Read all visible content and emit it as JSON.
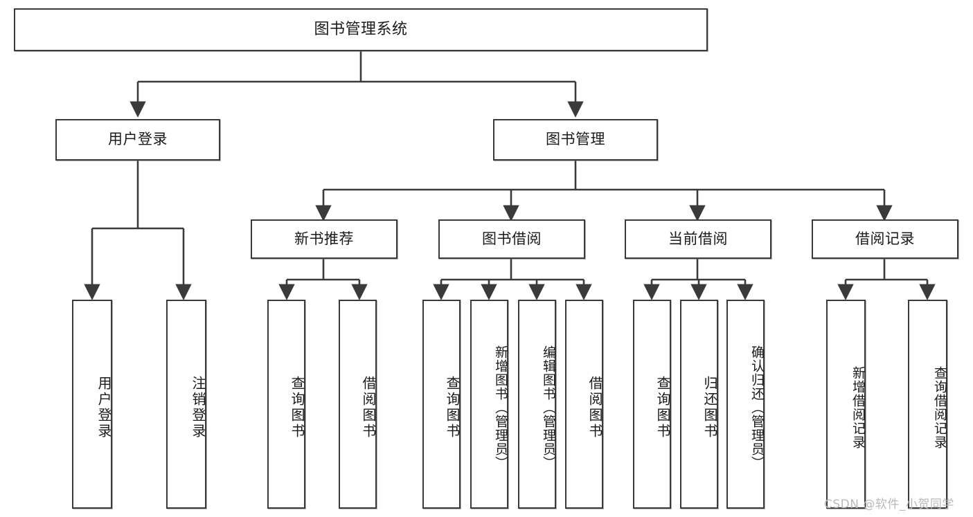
{
  "title": "图书管理系统",
  "watermark": "CSDN @软件_小贺同学",
  "nodes": {
    "root": {
      "label": "图书管理系统"
    },
    "level2": [
      {
        "id": "user-login",
        "label": "用户登录"
      },
      {
        "id": "book-manage",
        "label": "图书管理"
      }
    ],
    "level3": [
      {
        "id": "new-book-recommend",
        "label": "新书推荐"
      },
      {
        "id": "book-borrow",
        "label": "图书借阅"
      },
      {
        "id": "current-borrow",
        "label": "当前借阅"
      },
      {
        "id": "borrow-record",
        "label": "借阅记录"
      }
    ],
    "leaves": [
      {
        "id": "leaf-user-login",
        "label": "用户登录"
      },
      {
        "id": "leaf-logout-login",
        "label": "注销登录"
      },
      {
        "id": "leaf-query-book-1",
        "label": "查询图书"
      },
      {
        "id": "leaf-borrow-book-1",
        "label": "借阅图书"
      },
      {
        "id": "leaf-query-book-2",
        "label": "查询图书"
      },
      {
        "id": "leaf-add-book",
        "label": "新增图书（管理员）"
      },
      {
        "id": "leaf-edit-book",
        "label": "编辑图书（管理员）"
      },
      {
        "id": "leaf-borrow-book-2",
        "label": "借阅图书"
      },
      {
        "id": "leaf-query-book-3",
        "label": "查询图书"
      },
      {
        "id": "leaf-return-book",
        "label": "归还图书"
      },
      {
        "id": "leaf-confirm-return",
        "label": "确认归还（管理员）"
      },
      {
        "id": "leaf-add-record",
        "label": "新增借阅记录"
      },
      {
        "id": "leaf-query-record",
        "label": "查询借阅记录"
      }
    ]
  },
  "chart_data": {
    "type": "diagram",
    "diagram_kind": "tree / functional structure chart",
    "title": "图书管理系统",
    "orientation": "top-down",
    "edge_style": "orthogonal with arrowheads",
    "tree": {
      "label": "图书管理系统",
      "children": [
        {
          "label": "用户登录",
          "children": [
            {
              "label": "用户登录",
              "children": []
            },
            {
              "label": "注销登录",
              "children": []
            }
          ]
        },
        {
          "label": "图书管理",
          "children": [
            {
              "label": "新书推荐",
              "children": [
                {
                  "label": "查询图书",
                  "children": []
                },
                {
                  "label": "借阅图书",
                  "children": []
                }
              ]
            },
            {
              "label": "图书借阅",
              "children": [
                {
                  "label": "查询图书",
                  "children": []
                },
                {
                  "label": "新增图书（管理员）",
                  "children": []
                },
                {
                  "label": "编辑图书（管理员）",
                  "children": []
                },
                {
                  "label": "借阅图书",
                  "children": []
                }
              ]
            },
            {
              "label": "当前借阅",
              "children": [
                {
                  "label": "查询图书",
                  "children": []
                },
                {
                  "label": "归还图书",
                  "children": []
                },
                {
                  "label": "确认归还（管理员）",
                  "children": []
                }
              ]
            },
            {
              "label": "借阅记录",
              "children": [
                {
                  "label": "新增借阅记录",
                  "children": []
                },
                {
                  "label": "查询借阅记录",
                  "children": []
                }
              ]
            }
          ]
        }
      ]
    },
    "colors": {
      "background": "#ffffff",
      "node_fill": "#ffffff",
      "node_border": "#3a3a3a",
      "edge": "#3a3a3a",
      "text": "#1a1a1a",
      "watermark": "#b9b9b9"
    }
  }
}
